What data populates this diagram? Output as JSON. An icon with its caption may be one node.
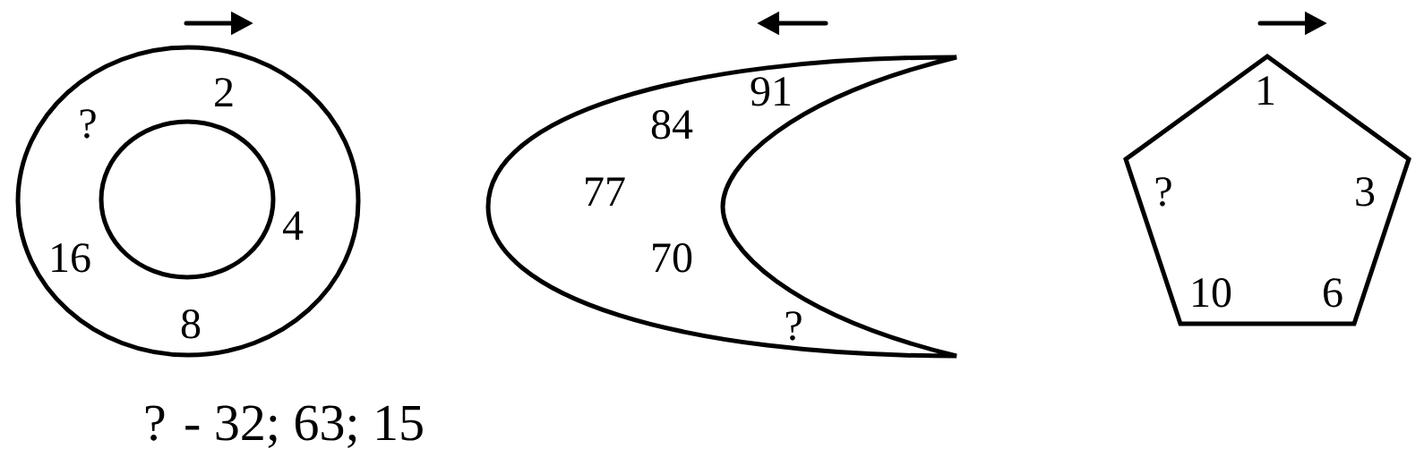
{
  "diagram": {
    "nodes": [
      {
        "text": [
          "2",
          "4",
          "8",
          "16",
          "?"
        ]
      },
      {
        "text": [
          "91",
          "84",
          "77",
          "70",
          "?"
        ]
      },
      {
        "text": [
          "1",
          "3",
          "6",
          "10",
          "?"
        ]
      }
    ],
    "labels": [
      "? - 32; 63; 15"
    ]
  }
}
